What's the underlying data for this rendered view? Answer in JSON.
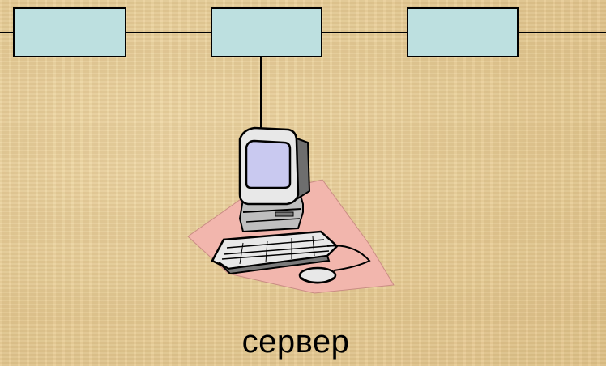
{
  "colors": {
    "background": "#e6c98f",
    "node_fill": "#bde0e0",
    "node_stroke": "#000000",
    "link": "#000000",
    "mat": "#f2b6ad",
    "monitor_screen": "#c9c9f0",
    "computer_body": "#e8e8e8"
  },
  "diagram": {
    "nodes": [
      {
        "id": "node-1",
        "type": "workstation"
      },
      {
        "id": "node-2",
        "type": "workstation"
      },
      {
        "id": "node-3",
        "type": "workstation"
      }
    ],
    "server": {
      "label": "сервер",
      "icon": "computer-icon"
    }
  }
}
